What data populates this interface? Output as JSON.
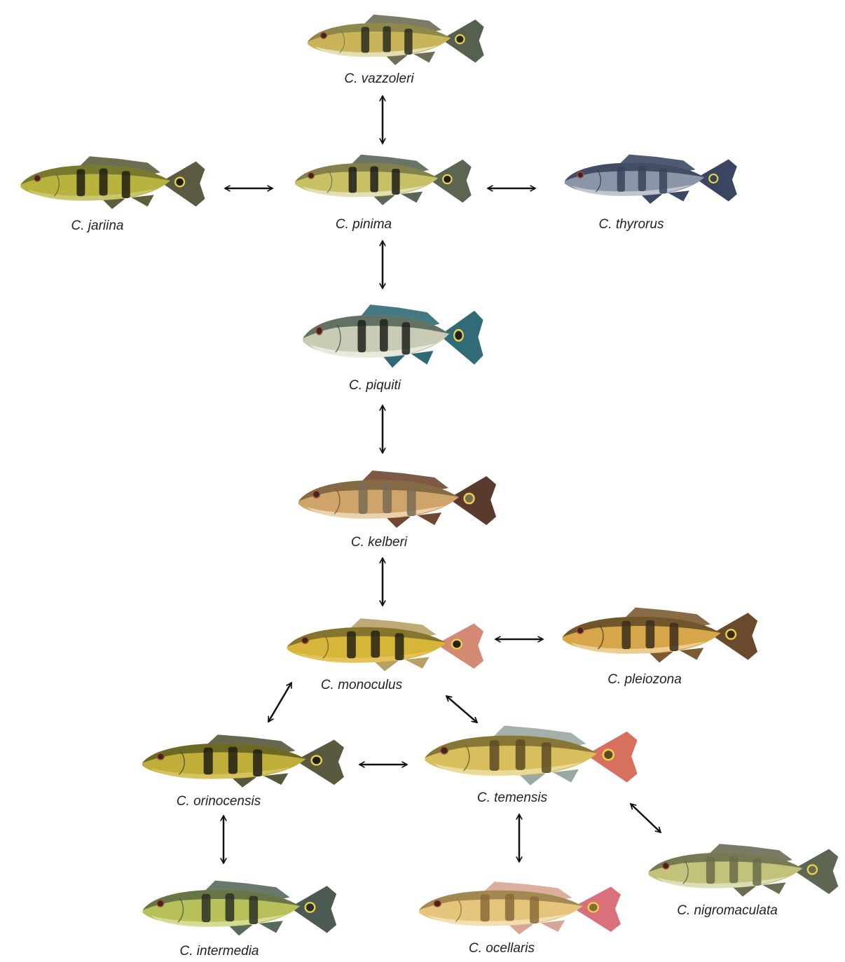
{
  "species": [
    {
      "id": "vazzoleri",
      "label": "C. vazzoleri",
      "colors": {
        "body": "#c9b45a",
        "belly": "#e9e4c6",
        "back": "#7a7a45",
        "bar": "#2b2b20",
        "fin": "#6d6d55",
        "tail": "#55604e"
      }
    },
    {
      "id": "pinima",
      "label": "C. pinima",
      "colors": {
        "body": "#c8c064",
        "belly": "#e6e3c7",
        "back": "#6b6c40",
        "bar": "#1c1c18",
        "fin": "#5b6656",
        "tail": "#5c6552"
      }
    },
    {
      "id": "jariina",
      "label": "C. jariina",
      "colors": {
        "body": "#b8b33e",
        "belly": "#cfc879",
        "back": "#626628",
        "bar": "#1e1e14",
        "fin": "#5d5e3c",
        "tail": "#5c5a40"
      }
    },
    {
      "id": "thyrorus",
      "label": "C. thyrorus",
      "colors": {
        "body": "#8b95a8",
        "belly": "#c9ccd3",
        "back": "#2c3550",
        "bar": "#394259",
        "fin": "#3b4764",
        "tail": "#3a4562"
      }
    },
    {
      "id": "piquiti",
      "label": "C. piquiti",
      "colors": {
        "body": "#c9cbb4",
        "belly": "#eceee2",
        "back": "#3d5348",
        "bar": "#1f211d",
        "fin": "#2f6a74",
        "tail": "#316b78"
      }
    },
    {
      "id": "kelberi",
      "label": "C. kelberi",
      "colors": {
        "body": "#cfa46a",
        "belly": "#efd9b8",
        "back": "#6b5837",
        "bar": "#7a6b55",
        "fin": "#6f4732",
        "tail": "#5a3a2d"
      }
    },
    {
      "id": "monoculus",
      "label": "C. monoculus",
      "colors": {
        "body": "#d7b538",
        "belly": "#e5c660",
        "back": "#6a5f2a",
        "bar": "#262214",
        "fin": "#b8a066",
        "tail": "#d58a74"
      }
    },
    {
      "id": "pleiozona",
      "label": "C. pleiozona",
      "colors": {
        "body": "#d7a648",
        "belly": "#eed3a2",
        "back": "#4e3b22",
        "bar": "#3d2c1a",
        "fin": "#7c5b34",
        "tail": "#6a4a2c"
      }
    },
    {
      "id": "orinocensis",
      "label": "C. orinocensis",
      "colors": {
        "body": "#bfae3a",
        "belly": "#d7c566",
        "back": "#50511f",
        "bar": "#1e1e12",
        "fin": "#56563a",
        "tail": "#5a5940"
      }
    },
    {
      "id": "temensis",
      "label": "C. temensis",
      "colors": {
        "body": "#d8be5c",
        "belly": "#ecdfa2",
        "back": "#6c5f2a",
        "bar": "#5c4a20",
        "fin": "#9aa8a2",
        "tail": "#d7705c"
      }
    },
    {
      "id": "intermedia",
      "label": "C. intermedia",
      "colors": {
        "body": "#b8c05a",
        "belly": "#d9dfa0",
        "back": "#4e5c40",
        "bar": "#2b2f24",
        "fin": "#586a5c",
        "tail": "#4d5a52"
      }
    },
    {
      "id": "ocellaris",
      "label": "C. ocellaris",
      "colors": {
        "body": "#e5c57c",
        "belly": "#f3e3bd",
        "back": "#8d7344",
        "bar": "#8a6a3a",
        "fin": "#d9a594",
        "tail": "#d9707a"
      }
    },
    {
      "id": "nigromaculata",
      "label": "C. nigromaculata",
      "colors": {
        "body": "#c2c27a",
        "belly": "#e1e1c2",
        "back": "#5e6048",
        "bar": "#6b6c4a",
        "fin": "#6c6b55",
        "tail": "#5d6650"
      }
    }
  ],
  "relationships": [
    {
      "from": "vazzoleri",
      "to": "pinima"
    },
    {
      "from": "jariina",
      "to": "pinima"
    },
    {
      "from": "pinima",
      "to": "thyrorus"
    },
    {
      "from": "pinima",
      "to": "piquiti"
    },
    {
      "from": "piquiti",
      "to": "kelberi"
    },
    {
      "from": "kelberi",
      "to": "monoculus"
    },
    {
      "from": "monoculus",
      "to": "pleiozona"
    },
    {
      "from": "monoculus",
      "to": "orinocensis"
    },
    {
      "from": "monoculus",
      "to": "temensis"
    },
    {
      "from": "orinocensis",
      "to": "temensis"
    },
    {
      "from": "orinocensis",
      "to": "intermedia"
    },
    {
      "from": "temensis",
      "to": "ocellaris"
    },
    {
      "from": "temensis",
      "to": "nigromaculata"
    }
  ],
  "arrow_color": "#111111"
}
